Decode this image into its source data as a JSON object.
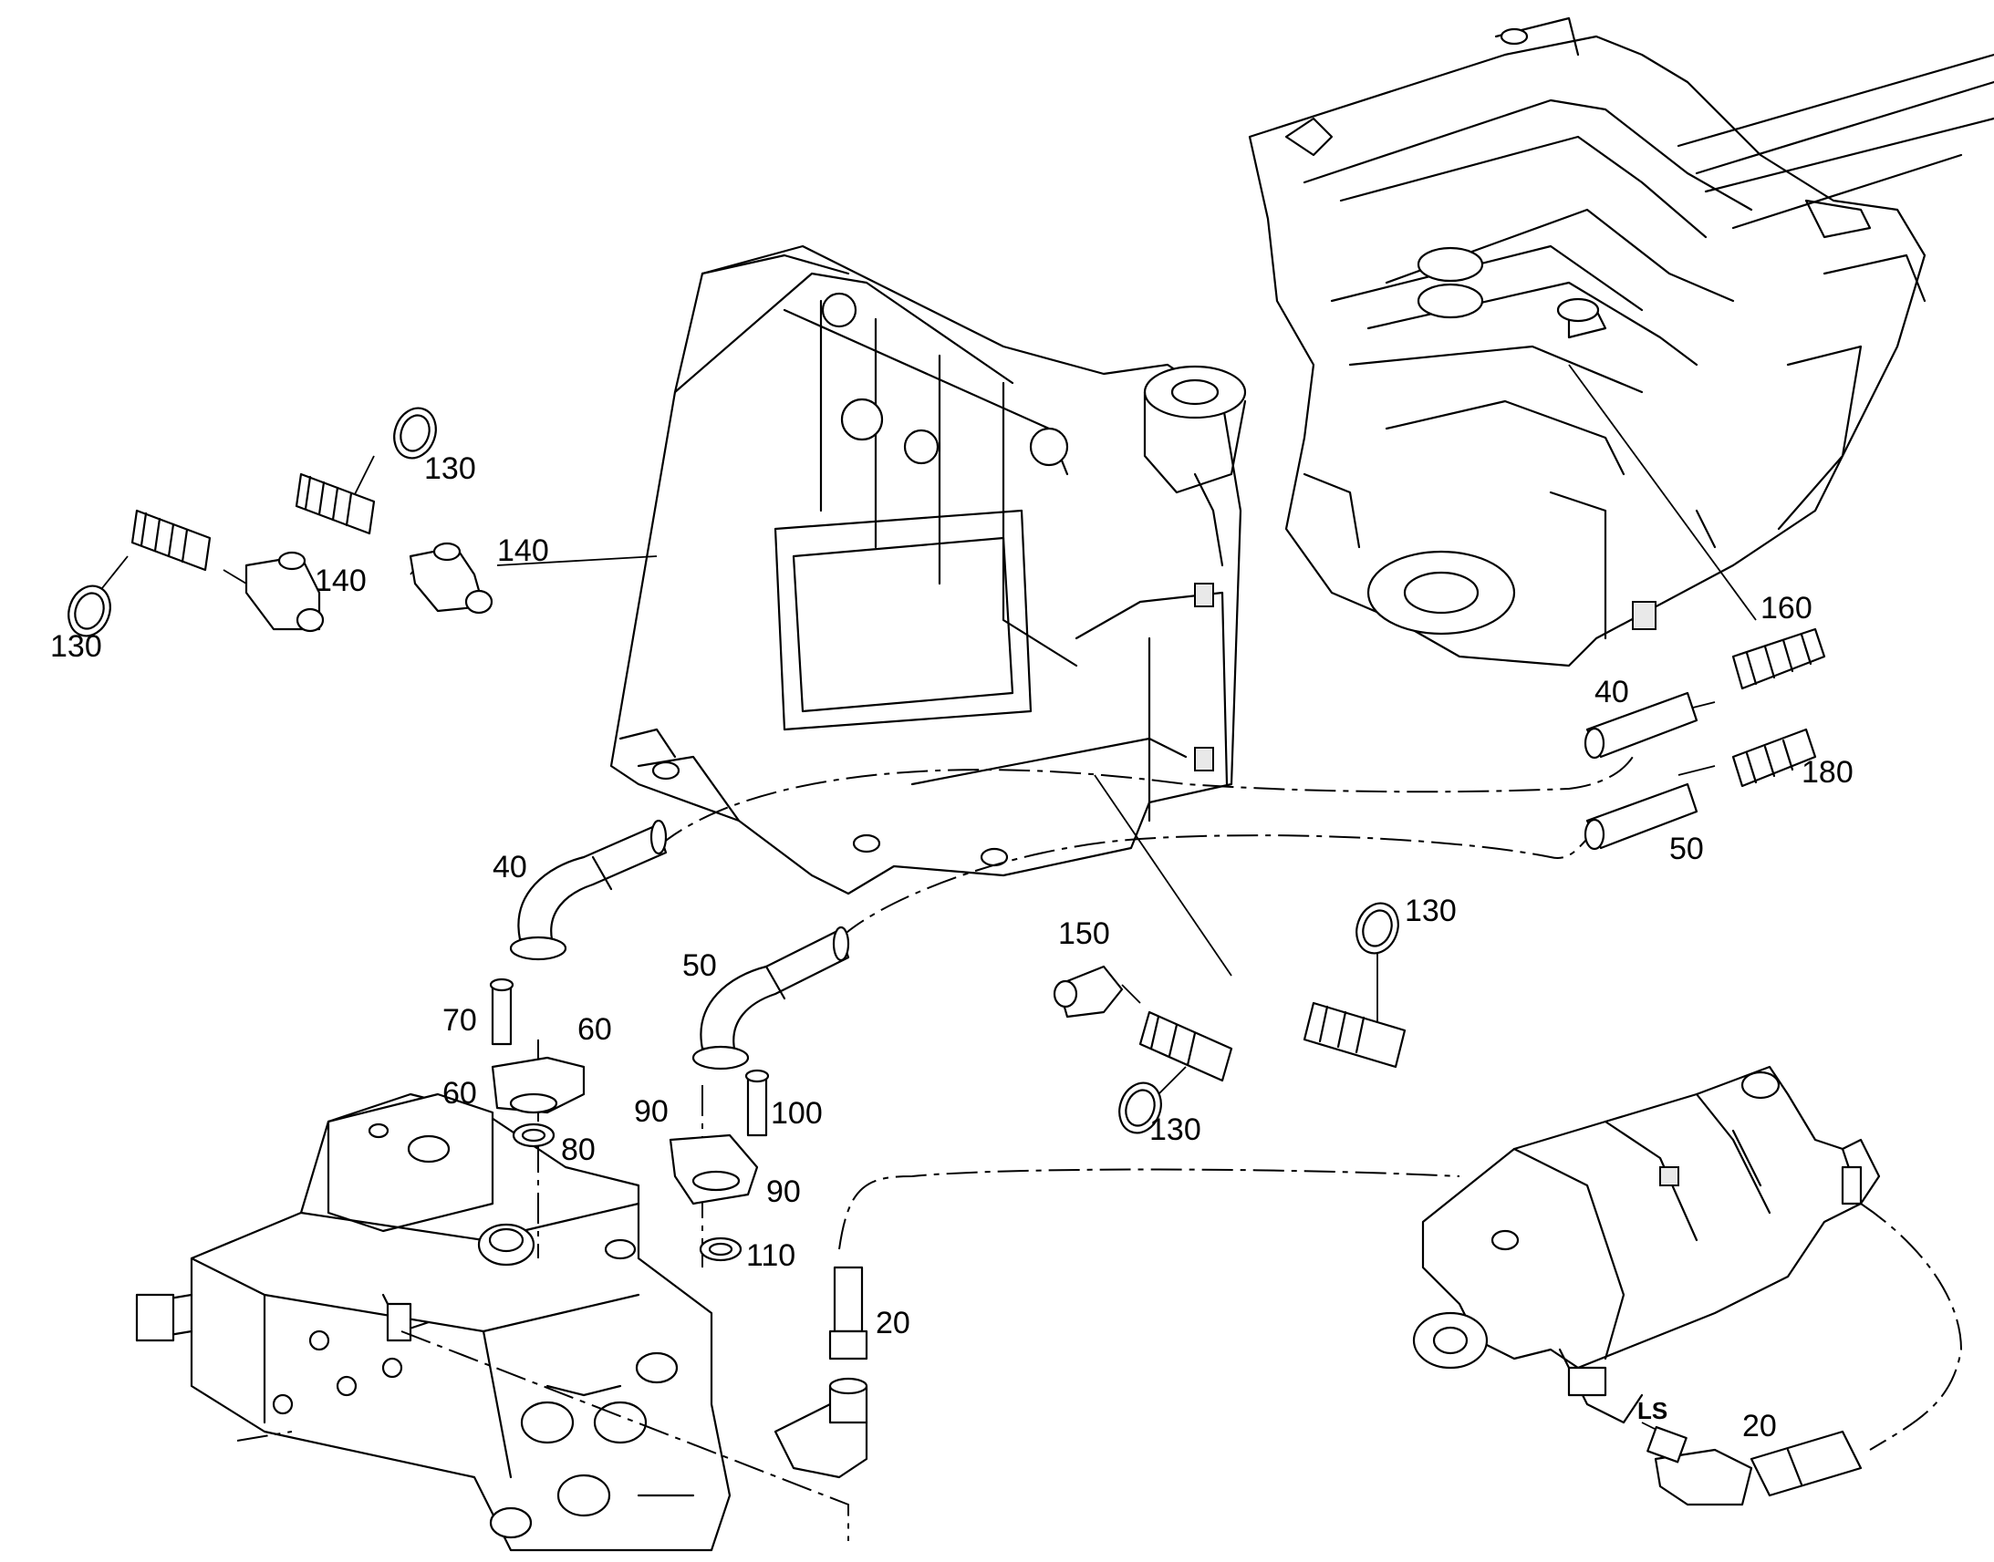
{
  "callouts": {
    "c130_a": "130",
    "c130_b": "130",
    "c130_c": "130",
    "c130_d": "130",
    "c140_a": "140",
    "c140_b": "140",
    "c160": "160",
    "c40_a": "40",
    "c40_b": "40",
    "c180": "180",
    "c50_a": "50",
    "c50_b": "50",
    "c150": "150",
    "c70": "70",
    "c60_a": "60",
    "c60_b": "60",
    "c80": "80",
    "c90_a": "90",
    "c90_b": "90",
    "c100": "100",
    "c110": "110",
    "c20_a": "20",
    "c20_b": "20",
    "ls": "LS"
  }
}
